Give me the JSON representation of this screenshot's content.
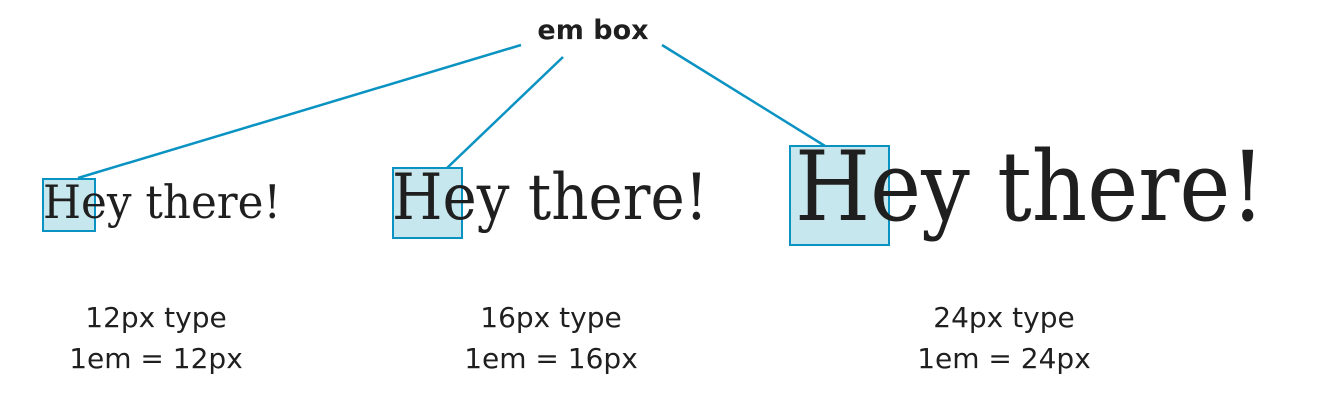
{
  "callout_label": "em box",
  "samples": [
    {
      "text": "Hey there!",
      "caption_size": "12px type",
      "caption_em": "1em = 12px"
    },
    {
      "text": "Hey there!",
      "caption_size": "16px type",
      "caption_em": "1em = 16px"
    },
    {
      "text": "Hey there!",
      "caption_size": "24px type",
      "caption_em": "1em = 24px"
    }
  ],
  "colors": {
    "accent": "#0a93c2",
    "box_fill": "#c7e7ee",
    "text": "#1f1f1f"
  }
}
